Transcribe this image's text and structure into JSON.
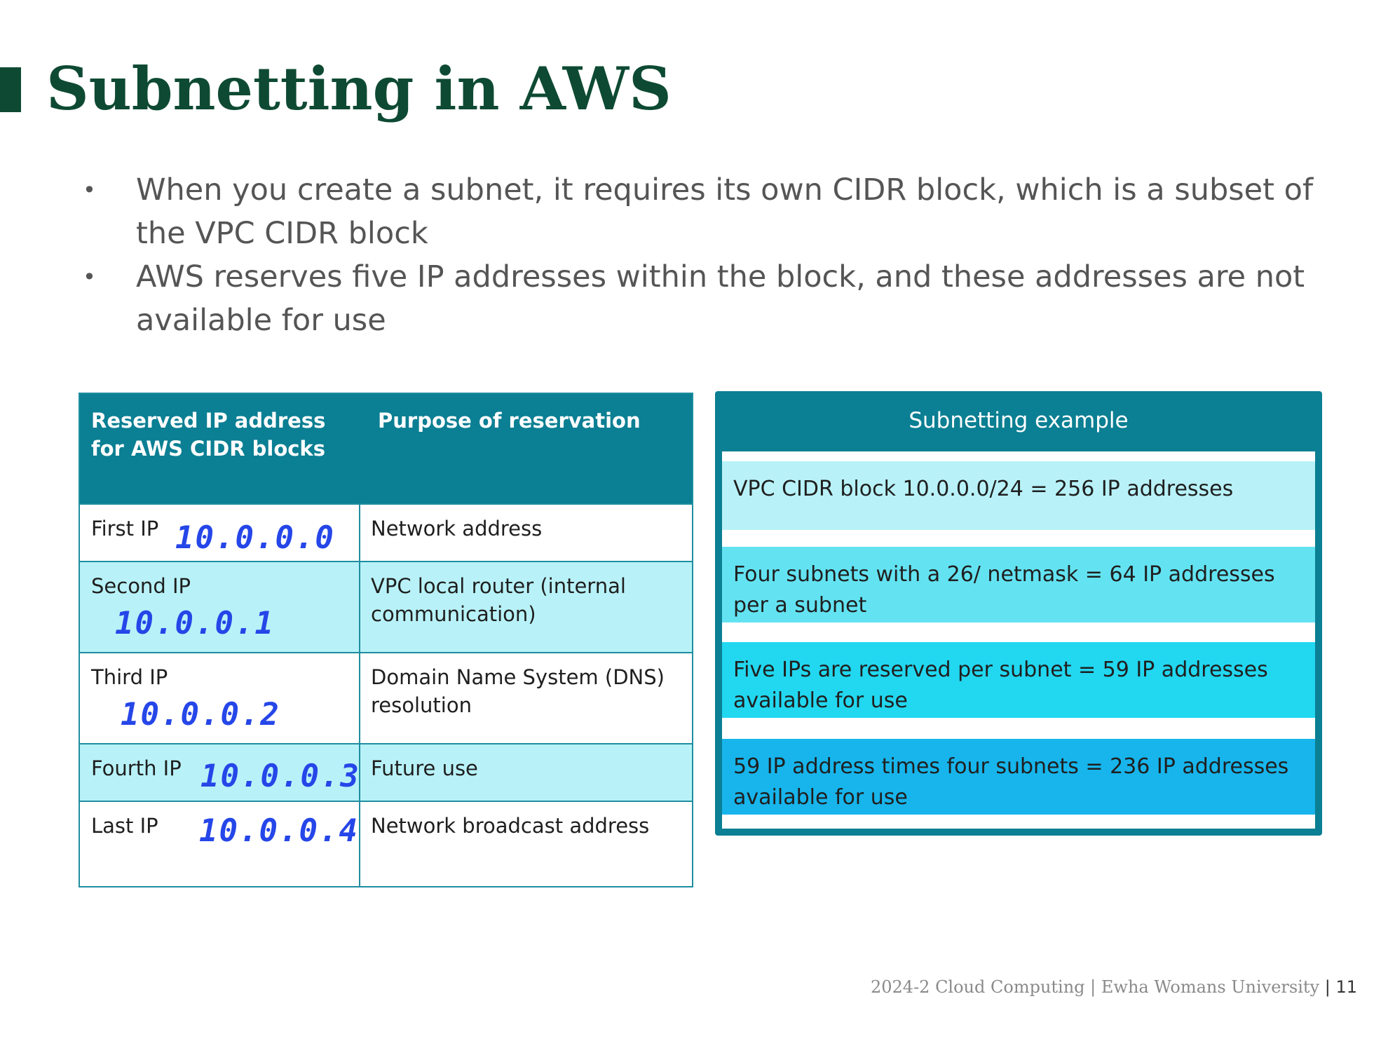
{
  "slide": {
    "title": "Subnetting in AWS",
    "bullets": [
      "When you create a subnet, it requires its own CIDR block, which is a subset of the VPC CIDR block",
      "AWS reserves five IP addresses within the block, and these addresses are not available for use"
    ]
  },
  "reserved_table": {
    "headers": [
      "Reserved IP address for AWS CIDR blocks",
      "Purpose of reservation"
    ],
    "rows": [
      {
        "label": "First IP",
        "purpose": "Network address",
        "note": "10.0.0.0"
      },
      {
        "label": "Second IP",
        "purpose": "VPC local router (internal communication)",
        "note": "10.0.0.1"
      },
      {
        "label": "Third IP",
        "purpose": "Domain Name System (DNS) resolution",
        "note": "10.0.0.2"
      },
      {
        "label": "Fourth IP",
        "purpose": "Future use",
        "note": "10.0.0.3"
      },
      {
        "label": "Last IP",
        "purpose": "Network broadcast address",
        "note": "10.0.0.4"
      }
    ],
    "colors": {
      "header": "#0b7f93",
      "alt_row": "#b8f2f8",
      "border": "#1f8ea0",
      "handwriting": "#2546e8"
    }
  },
  "subnet_example": {
    "title": "Subnetting example",
    "items": [
      {
        "text": "VPC CIDR block 10.0.0.0/24 = 256 IP addresses",
        "color": "#b8f2f8"
      },
      {
        "text": "Four subnets with a 26/ netmask = 64 IP addresses per a subnet",
        "color": "#63e3f2"
      },
      {
        "text": "Five IPs are reserved per subnet = 59 IP addresses available for use",
        "color": "#22d7f0"
      },
      {
        "text": "59 IP address times four subnets = 236 IP addresses available for use",
        "color": "#17b5ec"
      }
    ]
  },
  "footer": {
    "text": "2024-2 Cloud Computing  |  Ewha Womans University",
    "page": "| 11"
  }
}
